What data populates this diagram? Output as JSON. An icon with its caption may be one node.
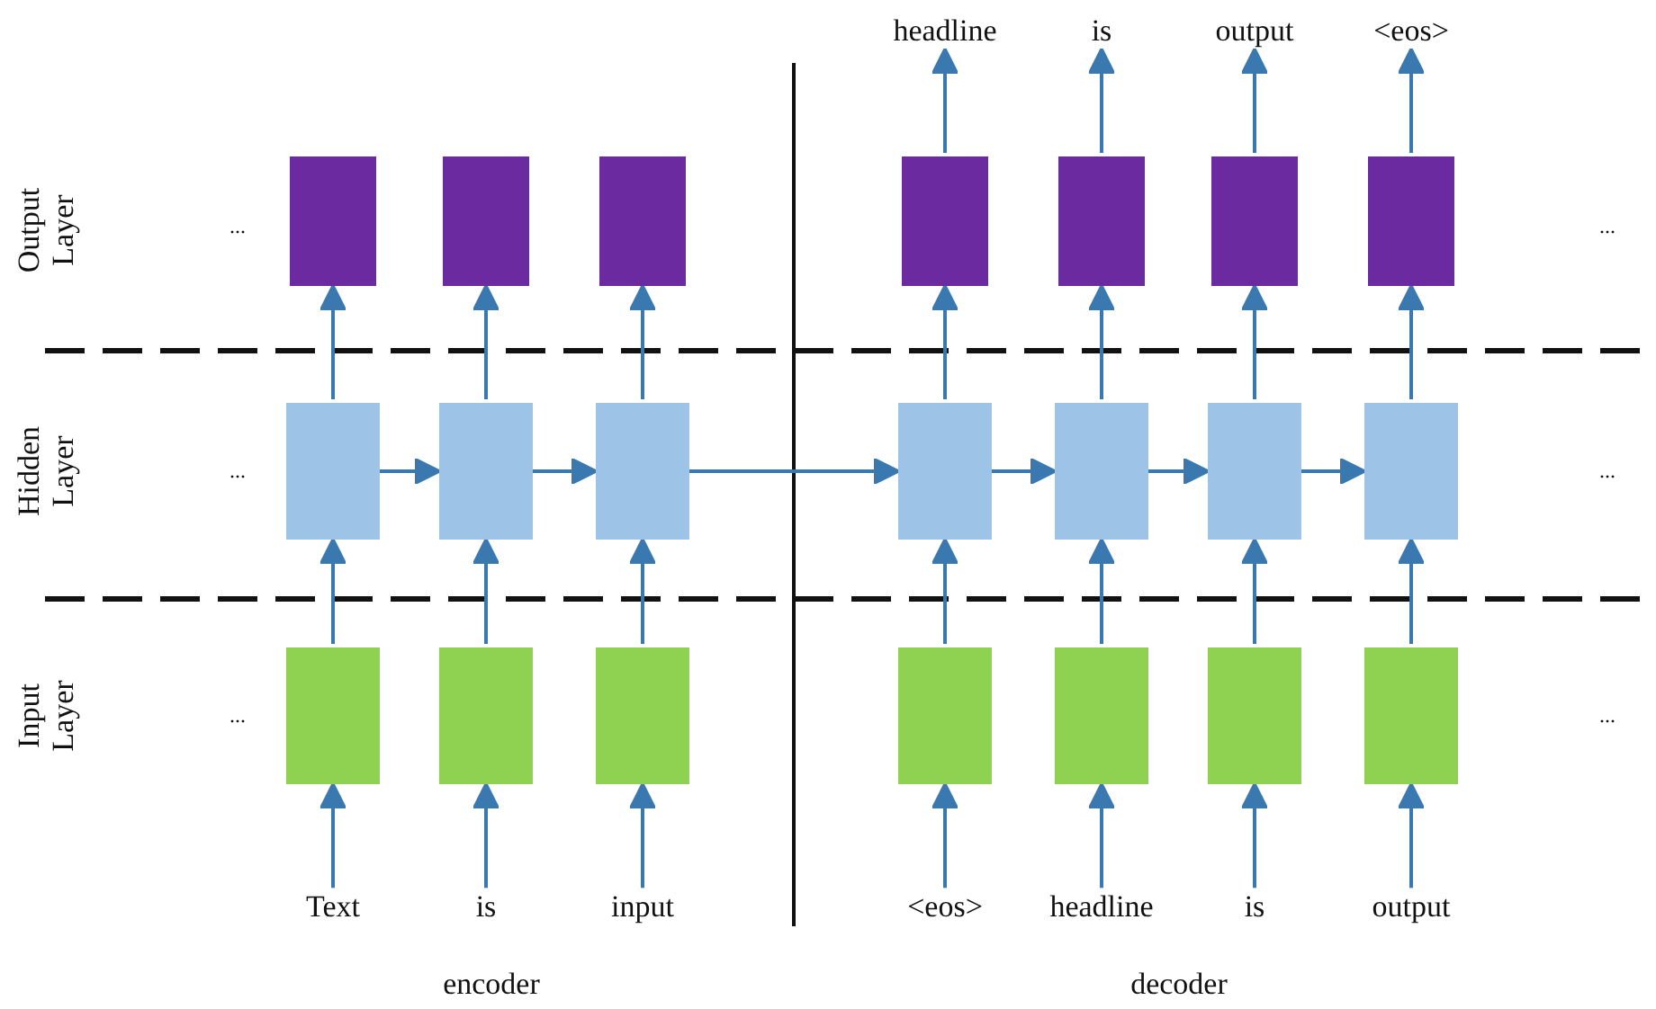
{
  "diagram": {
    "nodes": [
      {
        "text": [
          "headline"
        ]
      },
      {
        "text": [
          "is"
        ]
      },
      {
        "text": [
          "output"
        ]
      },
      {
        "text": [
          "<eos>"
        ]
      },
      {
        "text": [],
        "shape": "box"
      },
      {
        "text": [],
        "shape": "box"
      },
      {
        "text": [],
        "shape": "box"
      },
      {
        "text": [],
        "shape": "box"
      },
      {
        "text": [],
        "shape": "box"
      },
      {
        "text": [],
        "shape": "box"
      },
      {
        "text": [],
        "shape": "box"
      },
      {
        "text": [],
        "shape": "box"
      },
      {
        "text": [],
        "shape": "box"
      },
      {
        "text": [],
        "shape": "box"
      },
      {
        "text": [],
        "shape": "box"
      },
      {
        "text": [],
        "shape": "box"
      },
      {
        "text": [],
        "shape": "box"
      },
      {
        "text": [],
        "shape": "box"
      },
      {
        "text": [],
        "shape": "box"
      },
      {
        "text": [],
        "shape": "box"
      },
      {
        "text": [],
        "shape": "box"
      },
      {
        "text": [],
        "shape": "box"
      },
      {
        "text": [],
        "shape": "box"
      },
      {
        "text": [],
        "shape": "box"
      },
      {
        "text": [],
        "shape": "box"
      },
      {
        "text": [
          "Text"
        ]
      },
      {
        "text": [
          "is"
        ]
      },
      {
        "text": [
          "input"
        ]
      },
      {
        "text": [
          "<eos>"
        ]
      },
      {
        "text": [
          "headline"
        ]
      },
      {
        "text": [
          "is"
        ]
      },
      {
        "text": [
          "output"
        ]
      }
    ],
    "edges": [
      {
        "from": 25,
        "to": 18,
        "arrow": "to"
      },
      {
        "from": 26,
        "to": 19,
        "arrow": "to"
      },
      {
        "from": 27,
        "to": 20,
        "arrow": "to"
      },
      {
        "from": 28,
        "to": 21,
        "arrow": "to"
      },
      {
        "from": 29,
        "to": 22,
        "arrow": "to"
      },
      {
        "from": 30,
        "to": 23,
        "arrow": "to"
      },
      {
        "from": 31,
        "to": 24,
        "arrow": "to"
      },
      {
        "from": 18,
        "to": 11,
        "arrow": "to"
      },
      {
        "from": 19,
        "to": 12,
        "arrow": "to"
      },
      {
        "from": 20,
        "to": 13,
        "arrow": "to"
      },
      {
        "from": 21,
        "to": 14,
        "arrow": "to"
      },
      {
        "from": 22,
        "to": 15,
        "arrow": "to"
      },
      {
        "from": 23,
        "to": 16,
        "arrow": "to"
      },
      {
        "from": 24,
        "to": 17,
        "arrow": "to"
      },
      {
        "from": 11,
        "to": 4,
        "arrow": "to"
      },
      {
        "from": 12,
        "to": 5,
        "arrow": "to"
      },
      {
        "from": 13,
        "to": 6,
        "arrow": "to"
      },
      {
        "from": 14,
        "to": 7,
        "arrow": "to"
      },
      {
        "from": 15,
        "to": 8,
        "arrow": "to"
      },
      {
        "from": 16,
        "to": 9,
        "arrow": "to"
      },
      {
        "from": 17,
        "to": 10,
        "arrow": "to"
      },
      {
        "from": 11,
        "to": 12,
        "arrow": "to"
      },
      {
        "from": 12,
        "to": 13,
        "arrow": "to"
      },
      {
        "from": 13,
        "to": 14,
        "arrow": "to"
      },
      {
        "from": 14,
        "to": 15,
        "arrow": "to"
      },
      {
        "from": 15,
        "to": 16,
        "arrow": "to"
      },
      {
        "from": 16,
        "to": 17,
        "arrow": "to"
      },
      {
        "from": 7,
        "to": 0,
        "arrow": "to"
      },
      {
        "from": 8,
        "to": 1,
        "arrow": "to"
      },
      {
        "from": 9,
        "to": 2,
        "arrow": "to"
      },
      {
        "from": 10,
        "to": 3,
        "arrow": "to"
      }
    ],
    "labels": [
      "Output Layer",
      "...",
      "...",
      "Hidden Layer",
      "...",
      "...",
      "Input Layer",
      "...",
      "...",
      "encoder",
      "decoder"
    ]
  }
}
